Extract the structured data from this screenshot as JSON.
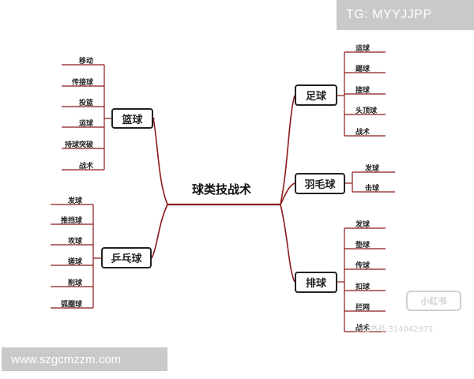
{
  "title": "球类技战术",
  "branches": {
    "basketball": {
      "label": "篮球",
      "leaves": [
        "移动",
        "传接球",
        "投篮",
        "运球",
        "持球突破",
        "战术"
      ]
    },
    "pingpong": {
      "label": "乒乓球",
      "leaves": [
        "发球",
        "推挡球",
        "攻球",
        "搓球",
        "削球",
        "弧圈球"
      ]
    },
    "football": {
      "label": "足球",
      "leaves": [
        "运球",
        "踢球",
        "接球",
        "头顶球",
        "战术"
      ]
    },
    "badminton": {
      "label": "羽毛球",
      "leaves": [
        "发球",
        "击球"
      ]
    },
    "volleyball": {
      "label": "排球",
      "leaves": [
        "发球",
        "垫球",
        "传球",
        "扣球",
        "拦网",
        "战术"
      ]
    }
  },
  "overlay": {
    "top_tag": "TG: MYYJJPP",
    "bottom_url": "www.szgcmzzm.com",
    "watermark_logo": "小红书",
    "watermark_id": "小红书号:314042971"
  },
  "colors": {
    "line": "#8b1a1a",
    "box_border": "#222222",
    "banner_bg": "#c9c9c9"
  }
}
